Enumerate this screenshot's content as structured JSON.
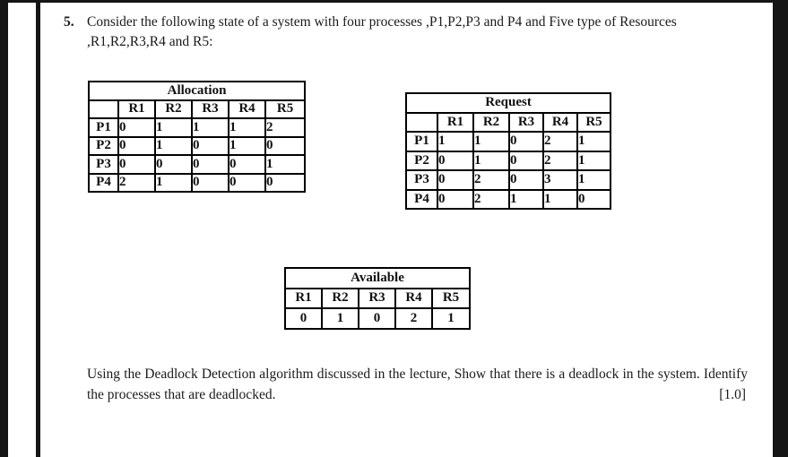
{
  "question": {
    "number": "5.",
    "text": "Consider the following state of a system with four processes ,P1,P2,P3 and P4 and Five type of Resources ,R1,R2,R3,R4 and R5:"
  },
  "allocation_table": {
    "title": "Allocation",
    "columns": [
      "R1",
      "R2",
      "R3",
      "R4",
      "R5"
    ],
    "rows": [
      {
        "label": "P1",
        "values": [
          "0",
          "1",
          "1",
          "1",
          "2"
        ]
      },
      {
        "label": "P2",
        "values": [
          "0",
          "1",
          "0",
          "1",
          "0"
        ]
      },
      {
        "label": "P3",
        "values": [
          "0",
          "0",
          "0",
          "0",
          "1"
        ]
      },
      {
        "label": "P4",
        "values": [
          "2",
          "1",
          "0",
          "0",
          "0"
        ]
      }
    ]
  },
  "request_table": {
    "title": "Request",
    "columns": [
      "R1",
      "R2",
      "R3",
      "R4",
      "R5"
    ],
    "rows": [
      {
        "label": "P1",
        "values": [
          "1",
          "1",
          "0",
          "2",
          "1"
        ]
      },
      {
        "label": "P2",
        "values": [
          "0",
          "1",
          "0",
          "2",
          "1"
        ]
      },
      {
        "label": "P3",
        "values": [
          "0",
          "2",
          "0",
          "3",
          "1"
        ]
      },
      {
        "label": "P4",
        "values": [
          "0",
          "2",
          "1",
          "1",
          "0"
        ]
      }
    ]
  },
  "available_table": {
    "title": "Available",
    "columns": [
      "R1",
      "R2",
      "R3",
      "R4",
      "R5"
    ],
    "values": [
      "0",
      "1",
      "0",
      "2",
      "1"
    ]
  },
  "footer": {
    "text": "Using the Deadlock Detection algorithm discussed in the lecture, Show that there is a deadlock in the system. Identify the processes that are deadlocked.",
    "marks": "[1.0]"
  },
  "colors": {
    "ink": "#1a1a1a",
    "page_edge": "#151515",
    "table_border": "#000000"
  }
}
